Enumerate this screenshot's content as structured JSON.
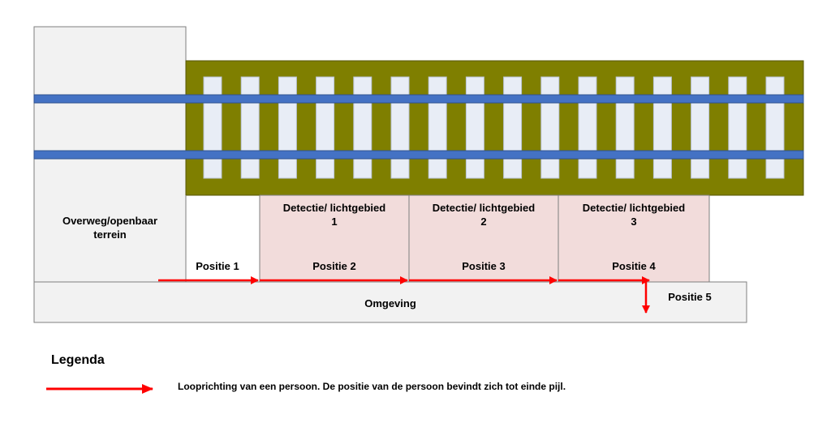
{
  "diagram": {
    "crossing_label_line1": "Overweg/openbaar",
    "crossing_label_line2": "terrein",
    "zones": [
      {
        "line1": "Detectie/ lichtgebied",
        "line2": "1"
      },
      {
        "line1": "Detectie/ lichtgebied",
        "line2": "2"
      },
      {
        "line1": "Detectie/ lichtgebied",
        "line2": "3"
      }
    ],
    "positions": [
      "Positie 1",
      "Positie 2",
      "Positie 3",
      "Positie 4",
      "Positie 5"
    ],
    "surroundings_label": "Omgeving"
  },
  "legend": {
    "title": "Legenda",
    "arrow_description": "Looprichting van een persoon. De positie van de persoon bevindt zich tot einde pijl."
  },
  "colors": {
    "track_bed": "#7f7f00",
    "sleeper": "#e8edf6",
    "rail": "#4472c4",
    "zone_fill": "#f2dcdb",
    "crossing_fill": "#f2f2f2",
    "arrow": "#ff0000"
  }
}
